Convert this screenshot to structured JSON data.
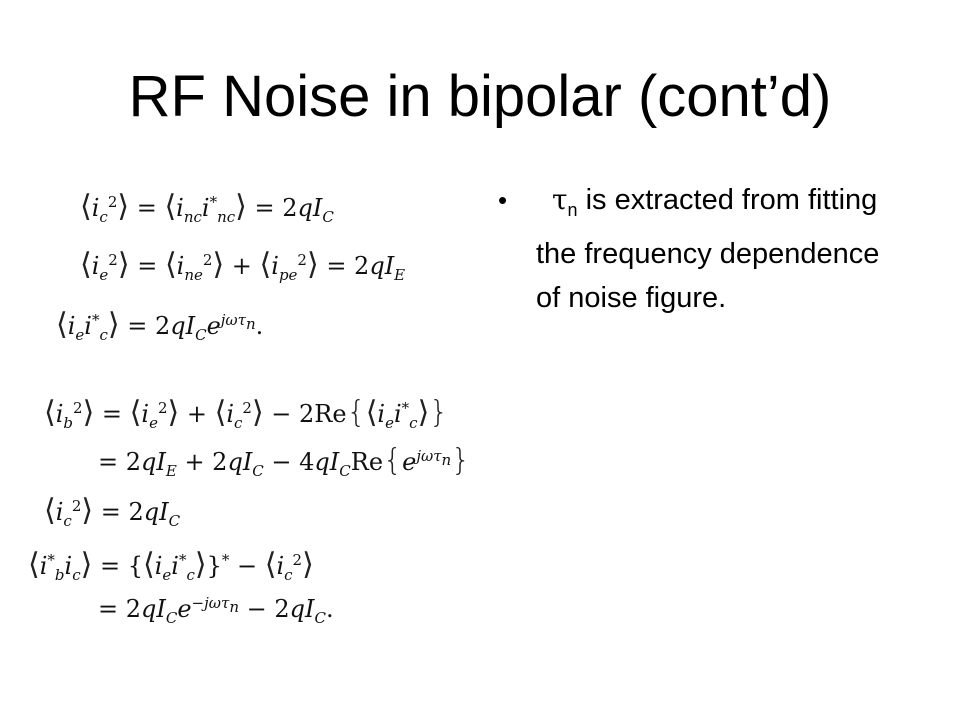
{
  "slide": {
    "title": "RF Noise in bipolar (cont’d)",
    "bullet": {
      "marker": "•",
      "symbol": "τ",
      "subscript": "n",
      "text": " is extracted from fitting the frequency dependence of noise figure."
    }
  }
}
